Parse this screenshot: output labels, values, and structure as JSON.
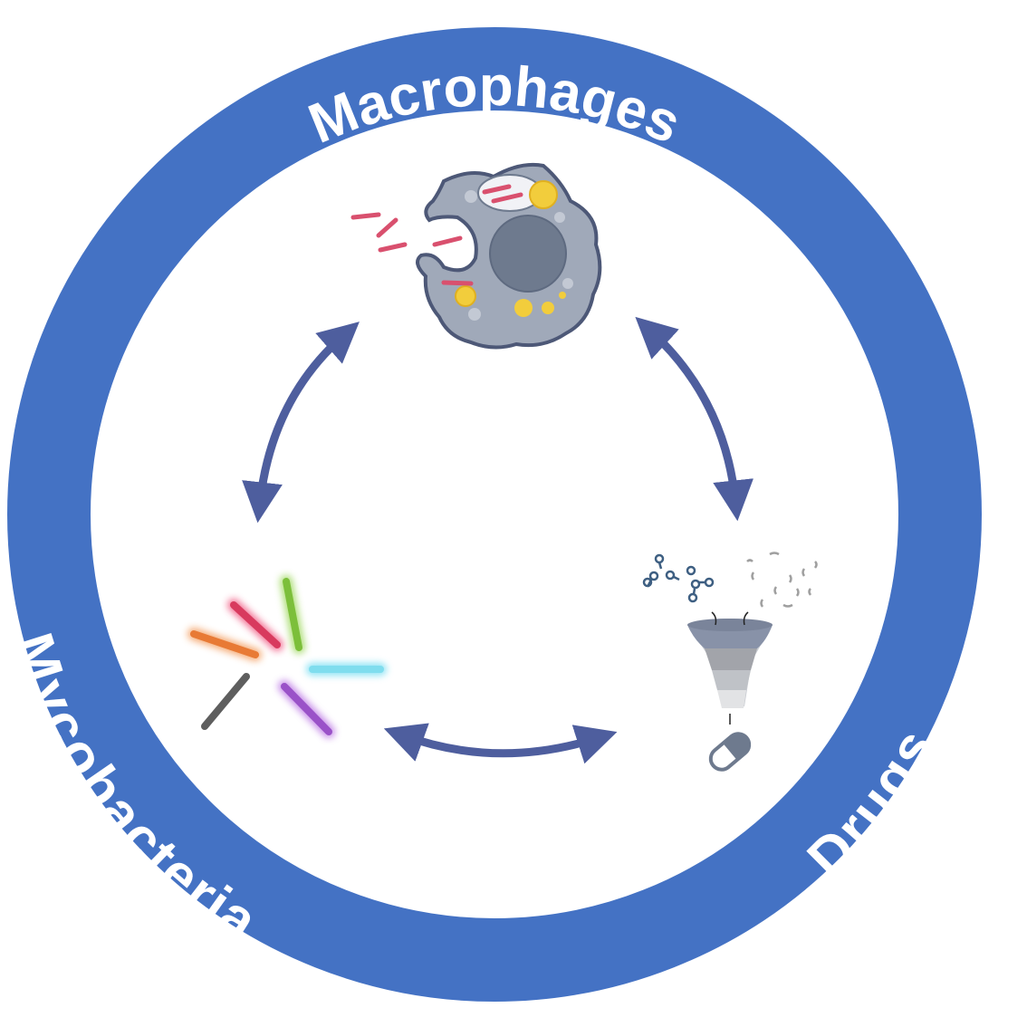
{
  "labels": {
    "macrophages": "Macrophages",
    "mycobacteria": "Mycobacteria",
    "drugs": "Drugs"
  },
  "colors": {
    "ring": "#4472C4",
    "arrow": "#4E5E9E",
    "cell_body": "#A0A9B9",
    "cell_outline": "#4D5877",
    "nucleus": "#6E7A8E",
    "lipid": "#F2CD3C",
    "bacteria_in_cell": "#D9506E"
  },
  "icons": [
    "macrophage-icon",
    "mycobacteria-icon",
    "drug-funnel-icon",
    "pill-icon"
  ]
}
